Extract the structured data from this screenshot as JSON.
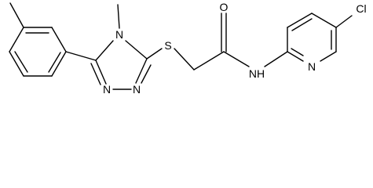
{
  "molecule": {
    "atom_labels": {
      "n_methyl": "N",
      "n_ring_1": "N",
      "n_ring_2": "N",
      "sulfur": "S",
      "oxygen": "O",
      "amide_nh": "NH",
      "pyridine_n": "N",
      "chlorine": "Cl"
    },
    "colors": {
      "bond": "#000000",
      "label": "#000000",
      "background": "#ffffff"
    }
  }
}
